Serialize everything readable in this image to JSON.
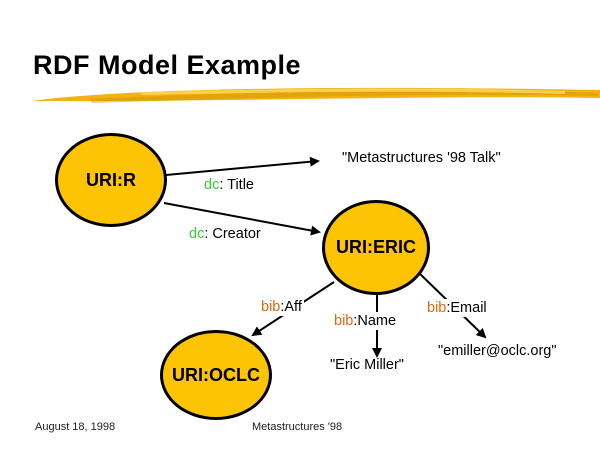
{
  "slide": {
    "title": "RDF Model Example",
    "footer_left": "August 18, 1998",
    "footer_center": "Metastructures '98"
  },
  "colors": {
    "node_fill": "#FCC405",
    "node_border": "#000000",
    "dc_prefix_green": "#33CC33",
    "bib_prefix_orange": "#E8650A",
    "highlight_gold": "#F2B211",
    "highlight_gold_light": "#FFD75E",
    "highlight_gold_dark": "#CE9104",
    "text": "#000000"
  },
  "diagram": {
    "nodes": [
      {
        "id": "uri-r",
        "label": "URI:R"
      },
      {
        "id": "uri-eric",
        "label": "URI:ERIC"
      },
      {
        "id": "uri-oclc",
        "label": "URI:OCLC"
      }
    ],
    "edges": [
      {
        "id": "dc-title",
        "prefix": "dc",
        "rest": ": Title",
        "from": "URI:R",
        "to": "\"Metastructures '98 Talk\""
      },
      {
        "id": "dc-creator",
        "prefix": "dc",
        "rest": ": Creator",
        "from": "URI:R",
        "to": "URI:ERIC"
      },
      {
        "id": "bib-aff",
        "prefix": "bib",
        "rest": ":Aff",
        "from": "URI:ERIC",
        "to": "URI:OCLC"
      },
      {
        "id": "bib-name",
        "prefix": "bib",
        "rest": ":Name",
        "from": "URI:ERIC",
        "to": "\"Eric Miller\""
      },
      {
        "id": "bib-email",
        "prefix": "bib",
        "rest": ":Email",
        "from": "URI:ERIC",
        "to": "\"emiller@oclc.org\""
      }
    ],
    "literals": [
      {
        "id": "talk",
        "text": "\"Metastructures '98 Talk\""
      },
      {
        "id": "eric",
        "text": "\"Eric Miller\""
      },
      {
        "id": "email",
        "text": "\"emiller@oclc.org\""
      }
    ]
  }
}
